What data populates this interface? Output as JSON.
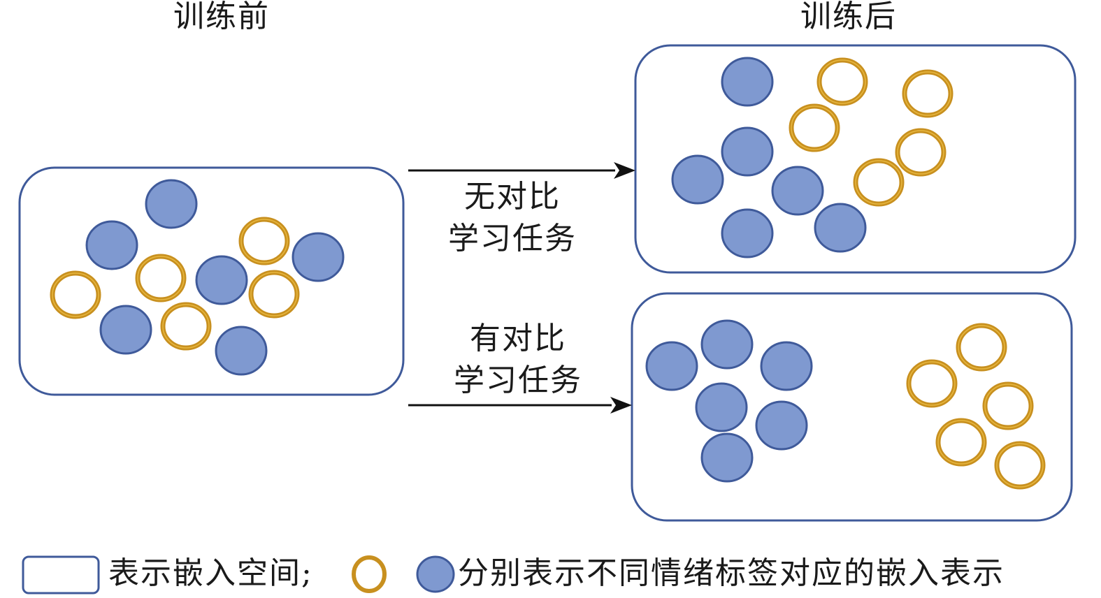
{
  "titles": {
    "before": "训练前",
    "after": "训练后"
  },
  "arrows": {
    "without_contrastive": [
      "无对比",
      "学习任务"
    ],
    "with_contrastive": [
      "有对比",
      "学习任务"
    ]
  },
  "legend": {
    "box_text": "表示嵌入空间;",
    "circles_text": "分别表示不同情绪标签对应的嵌入表示"
  },
  "colors": {
    "box_stroke": "#3f5a9a",
    "blue_fill": "#7f99d0",
    "blue_stroke": "#3f5a9a",
    "gold_stroke": "#c8901f",
    "gold_highlight": "#e8b840",
    "arrow": "#111111"
  },
  "panels": {
    "before": {
      "blue": [
        [
          245,
          292
        ],
        [
          160,
          351
        ],
        [
          317,
          401
        ],
        [
          455,
          368
        ],
        [
          180,
          472
        ],
        [
          345,
          502
        ]
      ],
      "gold": [
        [
          108,
          422
        ],
        [
          230,
          398
        ],
        [
          378,
          345
        ],
        [
          392,
          421
        ],
        [
          266,
          467
        ]
      ]
    },
    "after_without": {
      "blue": [
        [
          1069,
          117
        ],
        [
          1069,
          217
        ],
        [
          998,
          257
        ],
        [
          1141,
          273
        ],
        [
          1069,
          334
        ],
        [
          1202,
          326
        ]
      ],
      "gold": [
        [
          1205,
          117
        ],
        [
          1165,
          183
        ],
        [
          1327,
          134
        ],
        [
          1317,
          218
        ],
        [
          1257,
          261
        ]
      ]
    },
    "after_with": {
      "blue": [
        [
          961,
          524
        ],
        [
          1040,
          493
        ],
        [
          1125,
          524
        ],
        [
          1032,
          583
        ],
        [
          1118,
          609
        ],
        [
          1040,
          655
        ]
      ],
      "gold": [
        [
          1404,
          497
        ],
        [
          1333,
          549
        ],
        [
          1442,
          581
        ],
        [
          1375,
          633
        ],
        [
          1459,
          666
        ]
      ]
    }
  }
}
